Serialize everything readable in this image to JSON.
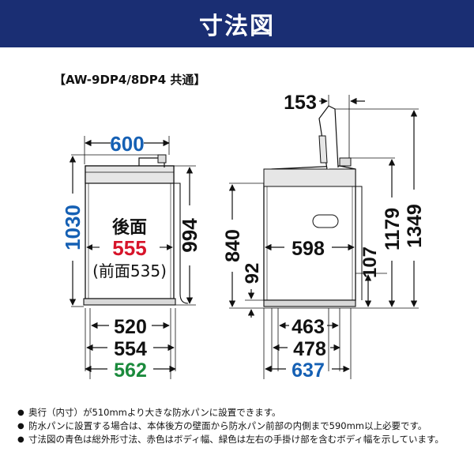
{
  "header": {
    "title": "寸法図"
  },
  "model": "【AW-9DP4/8DP4 共通】",
  "colors": {
    "header_bg": "#1a2e73",
    "blue": "#1560b4",
    "red": "#d7142a",
    "green": "#1b8a3c",
    "black": "#111111"
  },
  "front": {
    "width_total": "600",
    "height_total": "1030",
    "height_body": "994",
    "back_label": "後面",
    "back_width": "555",
    "front_width": "(前面535)",
    "base_520": "520",
    "base_554": "554",
    "base_562": "562"
  },
  "side": {
    "lid_153": "153",
    "height_1179": "1179",
    "height_1349": "1349",
    "height_840": "840",
    "height_92": "92",
    "depth_598": "598",
    "height_107": "107",
    "base_463": "463",
    "base_478": "478",
    "depth_637": "637"
  },
  "notes": [
    "奥行（内寸）が510mmより大きな防水パンに設置できます。",
    "防水パンに設置する場合は、本体後方の壁面から防水パン前部の内側まで590mm以上必要です。",
    "寸法図の青色は総外形寸法、赤色はボディ幅、緑色は左右の手掛け部を含むボディ幅を示しています。"
  ]
}
